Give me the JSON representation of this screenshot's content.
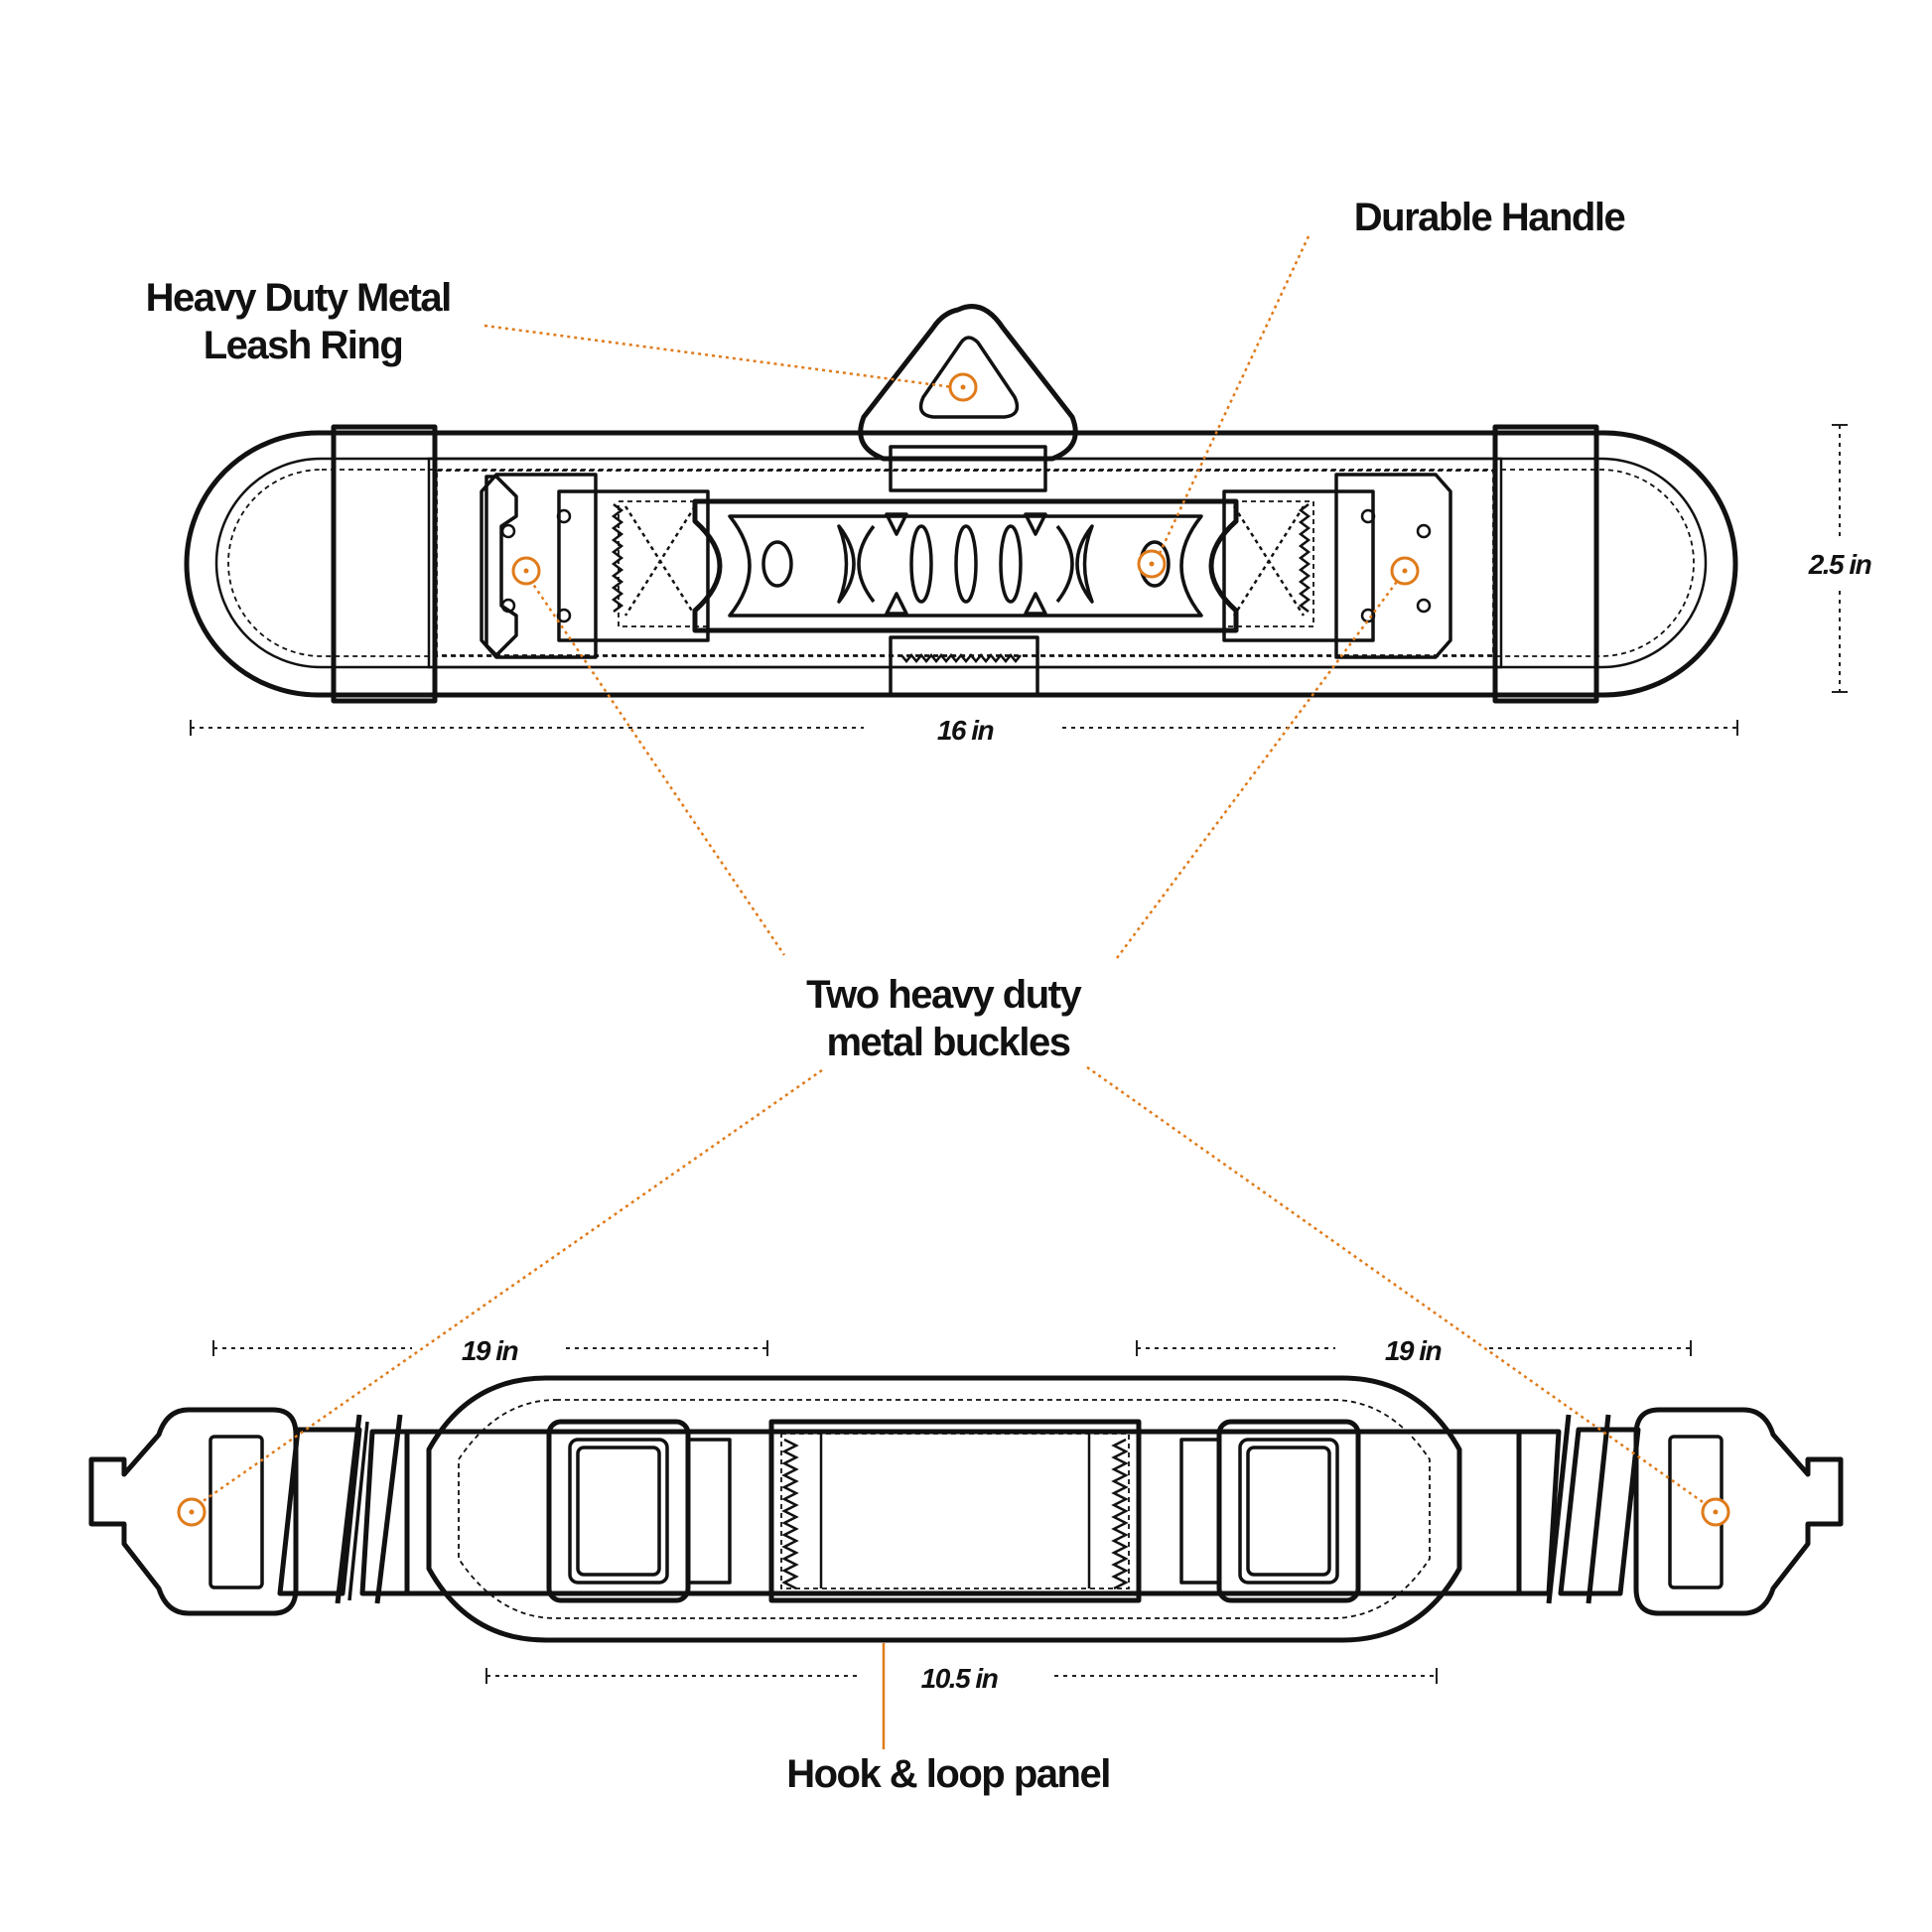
{
  "colors": {
    "accent": "#e07b1a",
    "outline": "#111111",
    "background": "#ffffff"
  },
  "callouts": {
    "leash_ring": [
      "Heavy Duty Metal",
      "Leash Ring"
    ],
    "handle": "Durable Handle",
    "buckles": [
      "Two heavy duty",
      "metal buckles"
    ],
    "panel": "Hook & loop panel"
  },
  "dimensions": {
    "top_length": "16 in",
    "top_height": "2.5 in",
    "strap_left": "19 in",
    "strap_right": "19 in",
    "pad_length": "10.5 in"
  }
}
